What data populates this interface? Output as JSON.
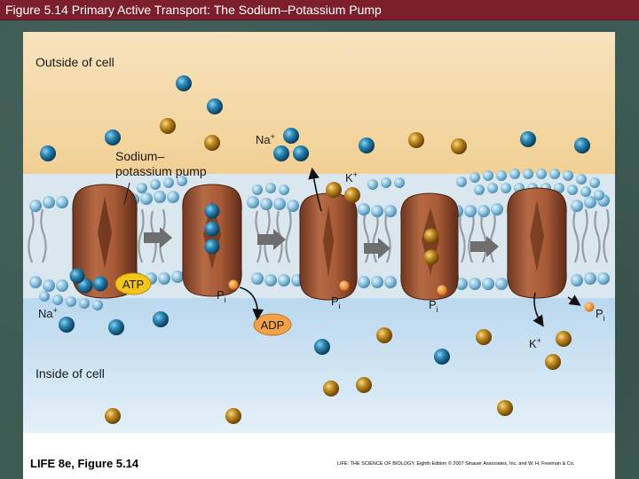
{
  "window": {
    "title": "Figure 5.14 Primary Active Transport: The Sodium–Potassium Pump"
  },
  "figure": {
    "outside_label": "Outside of cell",
    "inside_label": "Inside of cell",
    "pump_label_line1": "Sodium–",
    "pump_label_line2": "potassium pump",
    "na_outside_label": "Na",
    "na_outside_sup": "+",
    "na_inside_label": "Na",
    "na_inside_sup": "+",
    "k_upper_label": "K",
    "k_upper_sup": "+",
    "k_lower_label": "K",
    "k_lower_sup": "+",
    "atp_label": "ATP",
    "adp_label": "ADP",
    "pi_label": "P",
    "pi_sub": "i",
    "colors": {
      "sodium": "#1f6f9a",
      "potassium": "#b8861e",
      "protein": "#a05a3a",
      "outside_bg": "#f5ddb0",
      "inside_bg": "#cfe3f2",
      "atp": "#f2c21a",
      "adp": "#f2a04a"
    }
  },
  "footer": {
    "left": "LIFE 8e, Figure 5.14",
    "right": "LIFE: THE SCIENCE OF BIOLOGY, Eighth Edition © 2007 Sinauer Associates, Inc. and W. H. Freeman & Co."
  }
}
